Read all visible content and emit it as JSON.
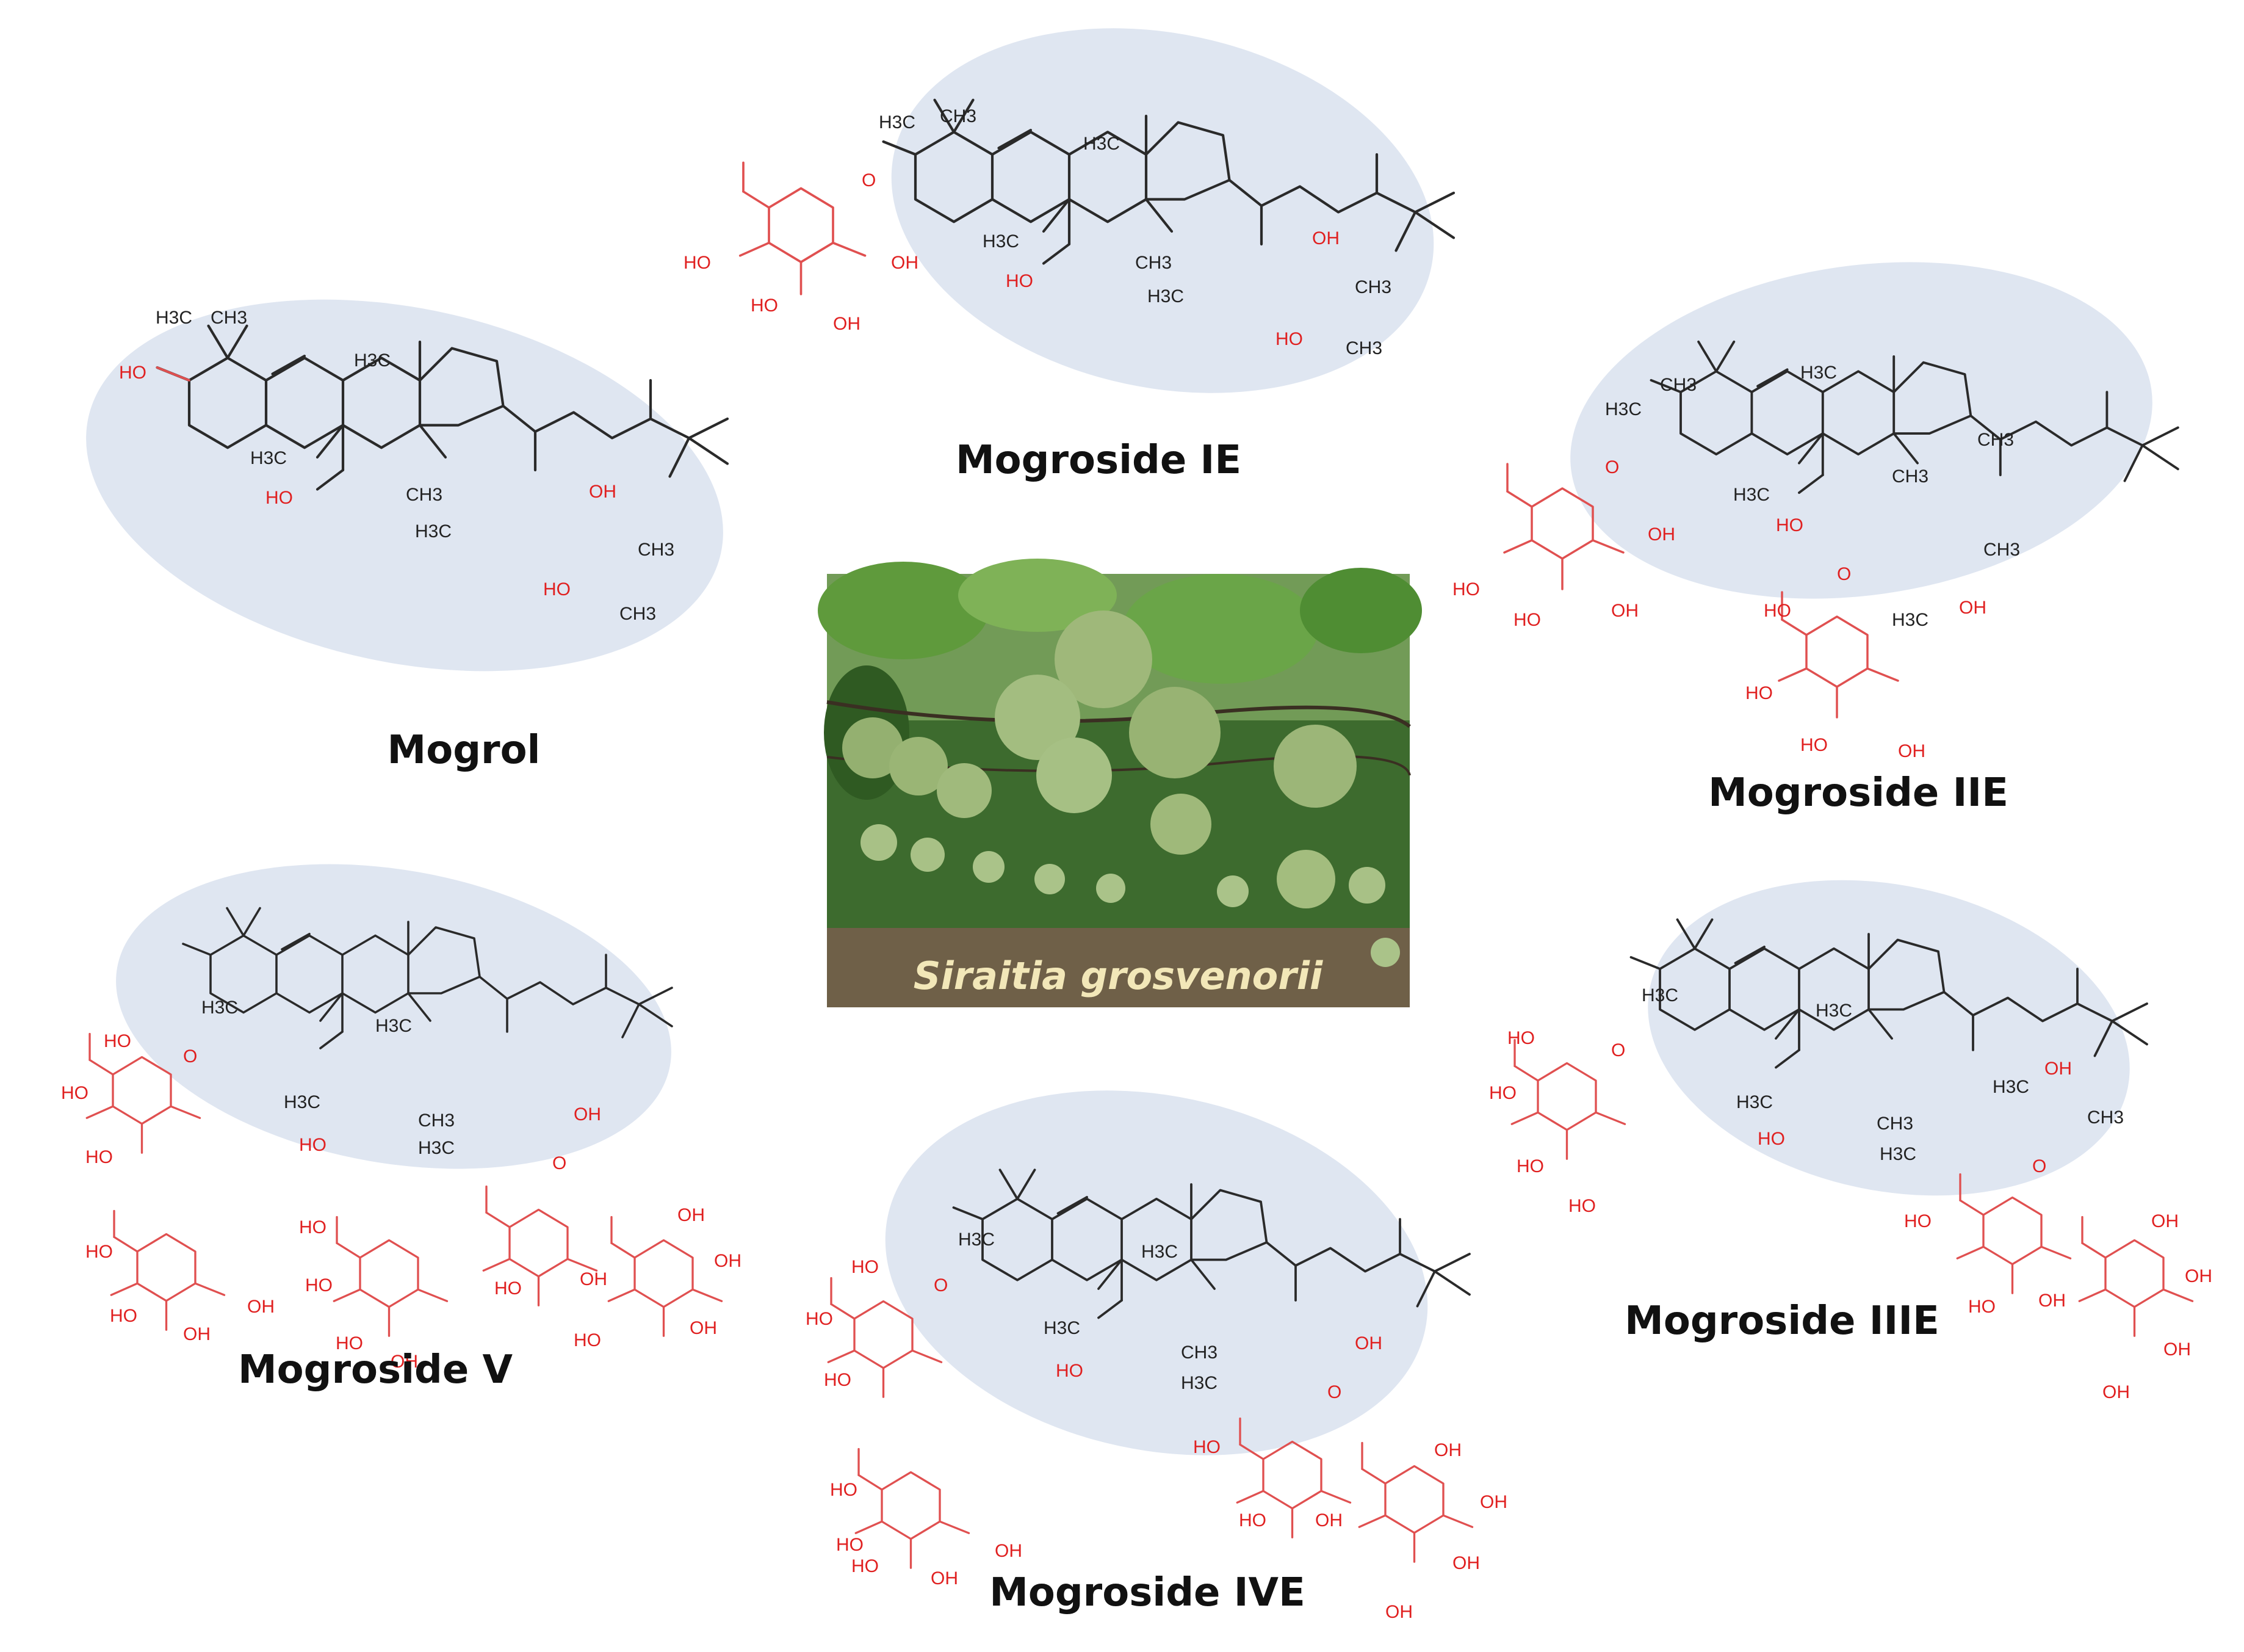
{
  "photo": {
    "caption": "Siraitia grosvenorii"
  },
  "compounds": [
    {
      "id": "mogrol",
      "name": "Mogrol"
    },
    {
      "id": "mogroside-ie",
      "name": "Mogroside IE"
    },
    {
      "id": "mogroside-iie",
      "name": "Mogroside IIE"
    },
    {
      "id": "mogroside-iiie",
      "name": "Mogroside IIIE"
    },
    {
      "id": "mogroside-ive",
      "name": "Mogroside IVE"
    },
    {
      "id": "mogroside-v",
      "name": "Mogroside V"
    }
  ],
  "atom_labels": {
    "h3c": "H3C",
    "ch3": "CH3",
    "ho": "HO",
    "oh": "OH",
    "o": "O"
  },
  "colors": {
    "highlight": "#dfe6f1",
    "carbon": "#2a2a2a",
    "oxygen": "#e02020",
    "caption": "#f2e7b8"
  }
}
